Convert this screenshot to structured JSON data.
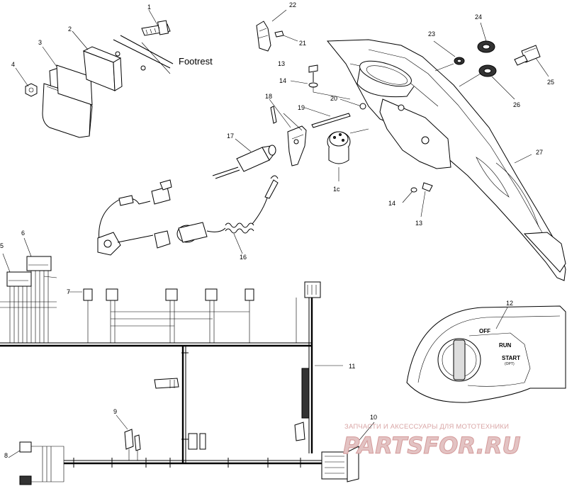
{
  "labels": {
    "footrest": "Footrest",
    "switch_off": "OFF",
    "switch_run": "RUN",
    "switch_start": "START",
    "switch_opt": "(OPT)",
    "watermark_line1": "ЗАПЧАСТИ И АКСЕССУАРЫ ДЛЯ МОТОТЕХНИКИ",
    "watermark_line2": "PARTSFOR.RU"
  },
  "callouts": [
    "1",
    "2",
    "3",
    "4",
    "5",
    "6",
    "7",
    "8",
    "9",
    "10",
    "11",
    "12",
    "13",
    "13",
    "14",
    "14",
    "16",
    "17",
    "18",
    "19",
    "20",
    "21",
    "22",
    "23",
    "24",
    "25",
    "26",
    "27",
    "1c"
  ]
}
